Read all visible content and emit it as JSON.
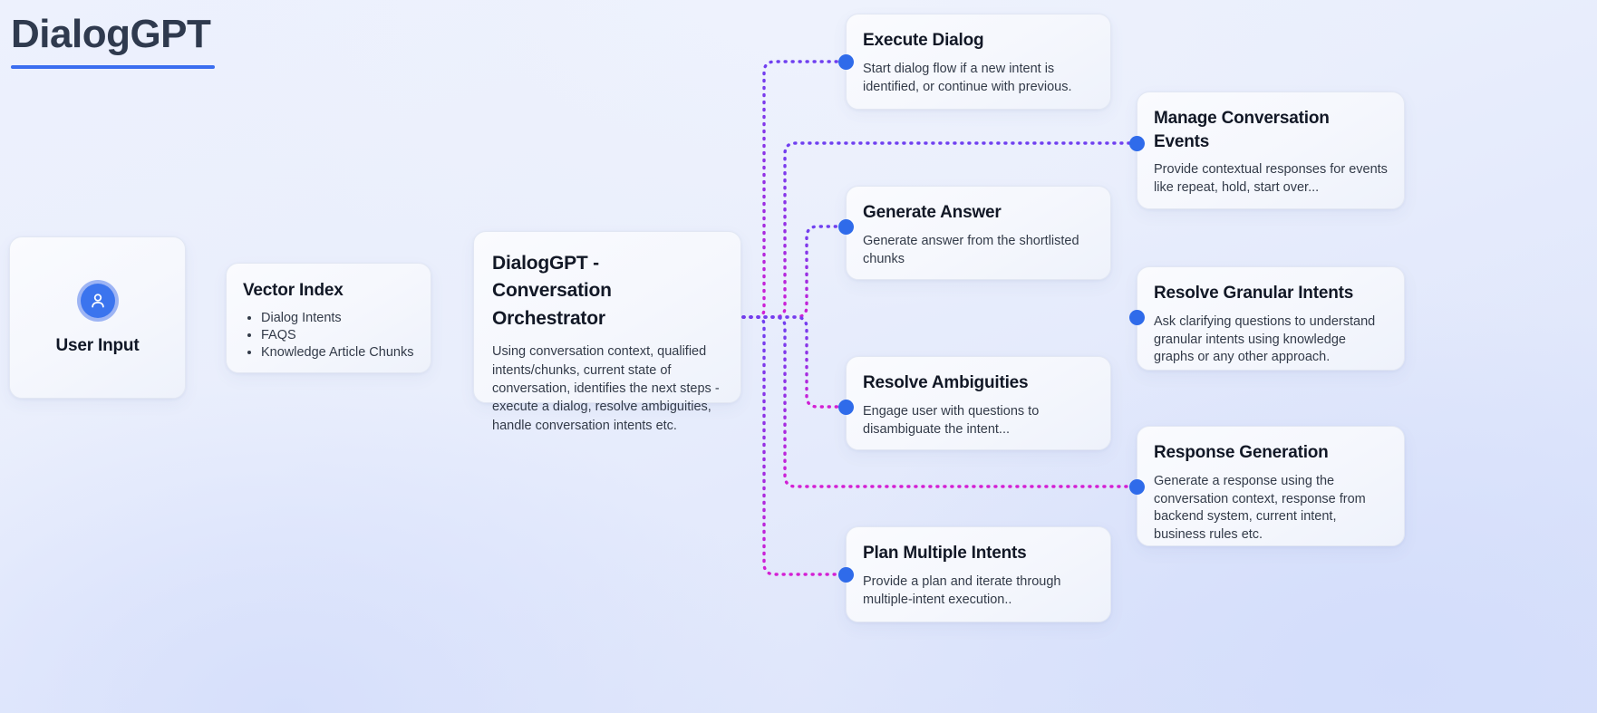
{
  "brand": {
    "title": "DialogGPT",
    "accent_color": "#3b6ef0"
  },
  "theme": {
    "card_background": "#f7f9fd",
    "card_border": "#e2e7f3",
    "title_color": "#121826",
    "body_color": "#333b49",
    "connector_dot_color": "#2f6bea",
    "wire_gradient_start": "#8b2fe0",
    "wire_gradient_end": "#d41fd4",
    "input_wire_gradient_start": "#c01fd8",
    "input_wire_gradient_end": "#2ad6e8"
  },
  "input_node": {
    "label": "User Input",
    "icon": "user-avatar-icon"
  },
  "vector_index": {
    "title": "Vector Index",
    "items": [
      "Dialog Intents",
      "FAQS",
      "Knowledge Article Chunks"
    ]
  },
  "orchestrator": {
    "title": "DialogGPT - Conversation Orchestrator",
    "description": "Using conversation context, qualified intents/chunks, current state of conversation, identifies the next steps - execute a dialog, resolve ambiguities, handle conversation intents etc."
  },
  "capabilities": [
    {
      "id": "execute-dialog",
      "title": "Execute Dialog",
      "description": "Start dialog flow if a new intent is identified, or continue with previous."
    },
    {
      "id": "manage-conversation-events",
      "title": "Manage Conversation Events",
      "description": "Provide contextual responses for events like repeat, hold, start over..."
    },
    {
      "id": "generate-answer",
      "title": "Generate Answer",
      "description": "Generate answer from the shortlisted chunks"
    },
    {
      "id": "resolve-granular-intents",
      "title": "Resolve Granular Intents",
      "description": "Ask clarifying questions to understand granular intents using knowledge graphs or any other approach."
    },
    {
      "id": "resolve-ambiguities",
      "title": "Resolve Ambiguities",
      "description": "Engage user with questions to disambiguate the intent..."
    },
    {
      "id": "response-generation",
      "title": "Response Generation",
      "description": "Generate a response using the conversation context, response from backend system, current intent, business rules etc."
    },
    {
      "id": "plan-multiple-intents",
      "title": "Plan Multiple Intents",
      "description": "Provide a plan and iterate through multiple-intent execution.."
    }
  ]
}
